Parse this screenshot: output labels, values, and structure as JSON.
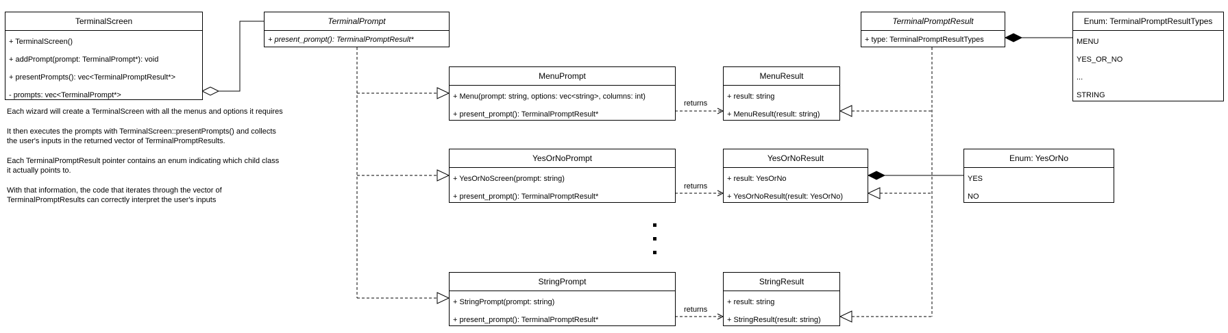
{
  "terminal_screen": {
    "title": "TerminalScreen",
    "members": [
      "+ TerminalScreen()",
      "+ addPrompt(prompt: TerminalPrompt*): void",
      "+ presentPrompts(): vec<TerminalPromptResult*>",
      "- prompts: vec<TerminalPrompt*>"
    ]
  },
  "terminal_prompt": {
    "title": "TerminalPrompt",
    "members": [
      "+ present_prompt(): TerminalPromptResult*"
    ]
  },
  "menu_prompt": {
    "title": "MenuPrompt",
    "members": [
      "+ Menu(prompt: string, options: vec<string>, columns: int)",
      "+ present_prompt(): TerminalPromptResult*"
    ]
  },
  "yes_or_no_prompt": {
    "title": "YesOrNoPrompt",
    "members": [
      "+ YesOrNoScreen(prompt: string)",
      "+ present_prompt(): TerminalPromptResult*"
    ]
  },
  "string_prompt": {
    "title": "StringPrompt",
    "members": [
      "+ StringPrompt(prompt: string)",
      "+ present_prompt(): TerminalPromptResult*"
    ]
  },
  "menu_result": {
    "title": "MenuResult",
    "members": [
      "+ result: string",
      "+ MenuResult(result: string)"
    ]
  },
  "yes_or_no_result": {
    "title": "YesOrNoResult",
    "members": [
      "+ result: YesOrNo",
      "+ YesOrNoResult(result: YesOrNo)"
    ]
  },
  "string_result": {
    "title": "StringResult",
    "members": [
      "+ result: string",
      "+ StringResult(result: string)"
    ]
  },
  "terminal_prompt_result": {
    "title": "TerminalPromptResult",
    "members": [
      "+ type: TerminalPromptResultTypes"
    ]
  },
  "enum_result_types": {
    "title": "Enum: TerminalPromptResultTypes",
    "members": [
      "MENU",
      "YES_OR_NO",
      "...",
      "STRING"
    ]
  },
  "enum_yes_or_no": {
    "title": "Enum: YesOrNo",
    "members": [
      "YES",
      "NO"
    ]
  },
  "edge_labels": {
    "returns_menu": "returns",
    "returns_yes_or_no": "returns",
    "returns_string": "returns"
  },
  "notes": [
    "Each wizard will create a TerminalScreen with all the menus and options it requires",
    "It then executes the prompts with TerminalScreen::presentPrompts() and collects\nthe user's inputs in the returned vector of TerminalPromptResults.",
    "Each TerminalPromptResult pointer contains an enum indicating which child class\nit actually points to.",
    "With that information, the code that iterates through the vector of\nTerminalPromptResults can correctly interpret the user's inputs"
  ]
}
